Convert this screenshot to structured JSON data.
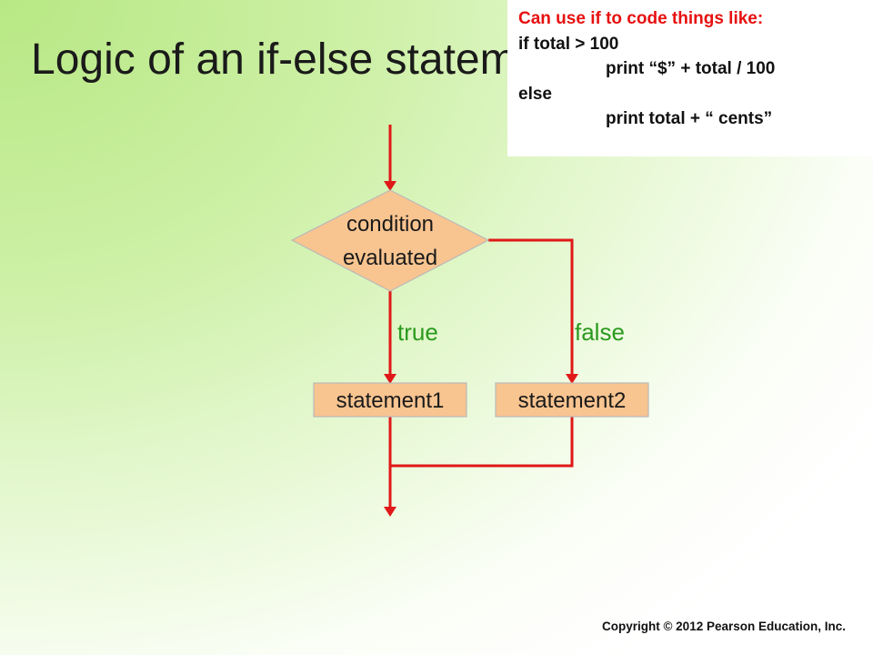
{
  "slide": {
    "title": "Logic of an if-else statement",
    "copyright": "Copyright © 2012 Pearson Education, Inc."
  },
  "code_box": {
    "heading": "Can use if to code things like:",
    "lines": [
      "if total > 100",
      "print “$” + total / 100",
      "else",
      "print total + “ cents”"
    ]
  },
  "flowchart": {
    "decision": {
      "line1": "condition",
      "line2": "evaluated"
    },
    "true_label": "true",
    "false_label": "false",
    "statement1": "statement1",
    "statement2": "statement2"
  },
  "colors": {
    "flow_line": "#e01818",
    "shape_fill": "#f8c490",
    "label_green": "#2a9a1e",
    "heading_red": "#e81010"
  }
}
